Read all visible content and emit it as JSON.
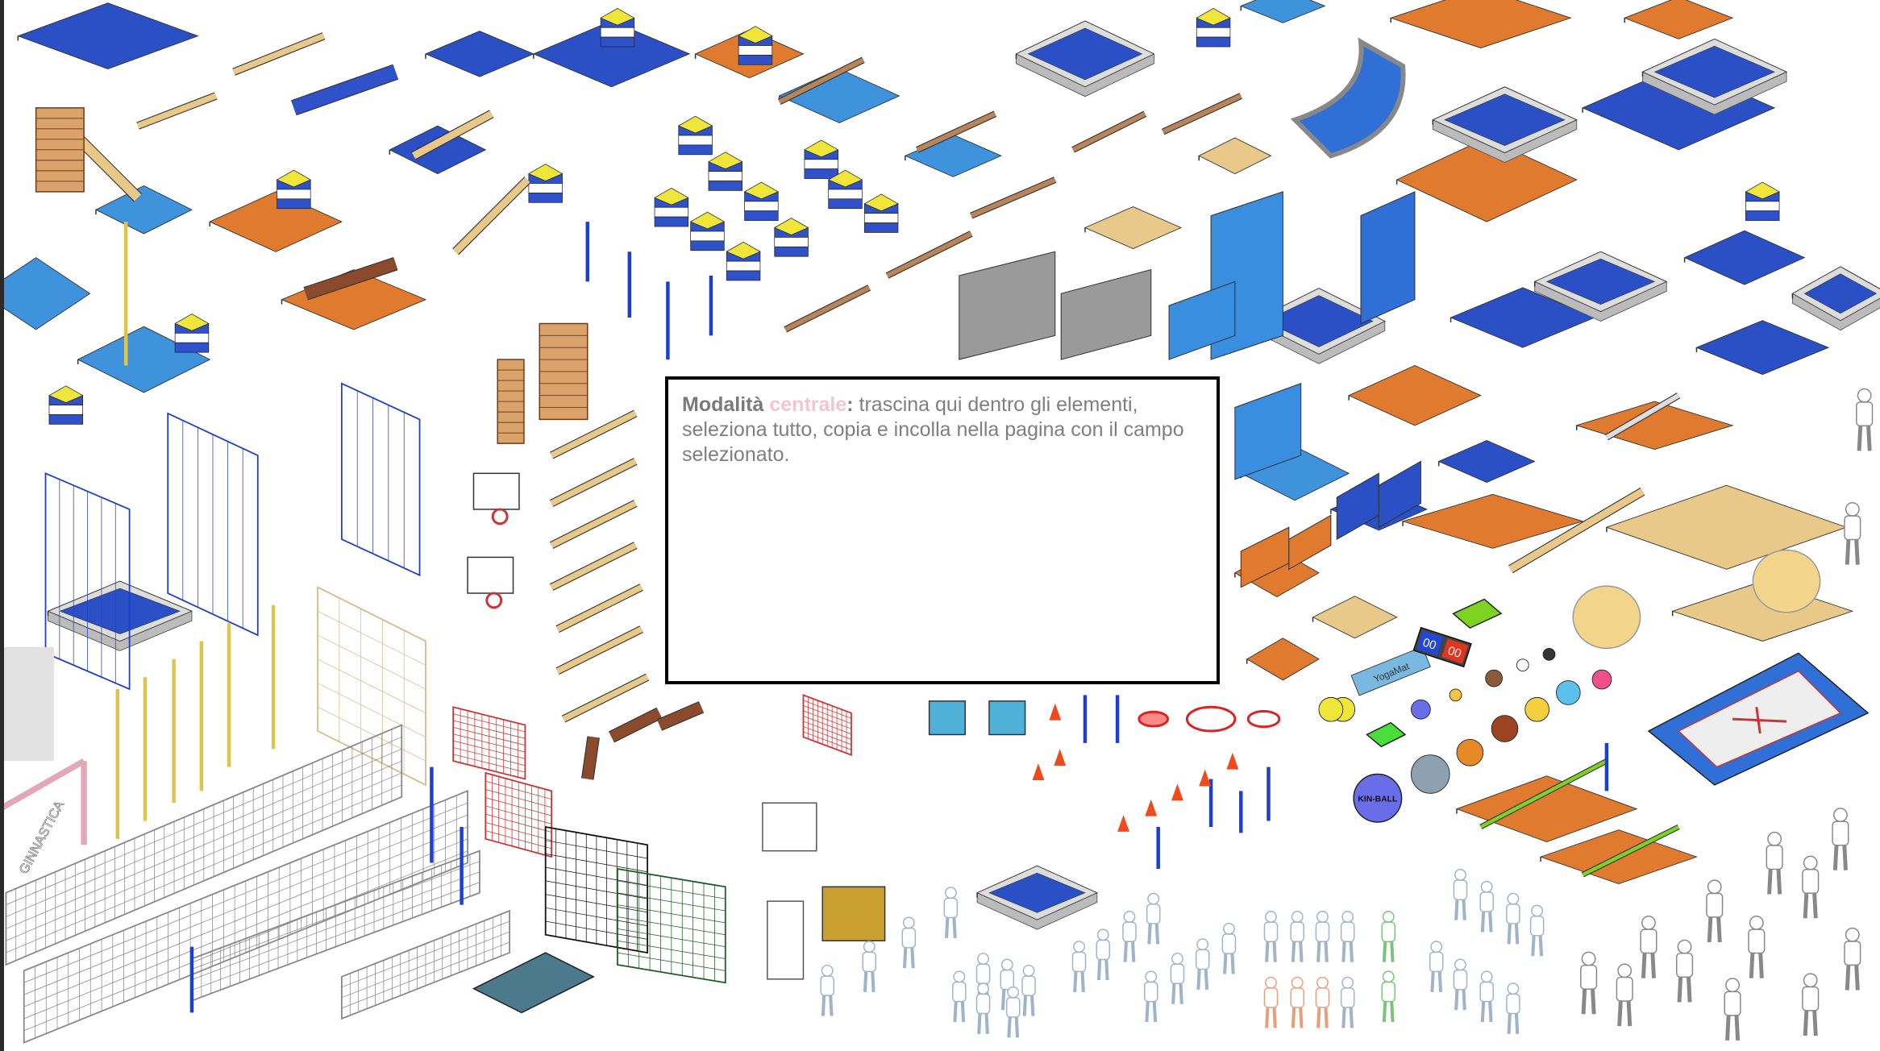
{
  "drop_zone": {
    "mode_label": "Modalità",
    "mode_value": "centrale",
    "separator": ":",
    "instruction": " trascina qui dentro gli elementi, seleziona tutto, copia e incolla nella pagina con il campo selezionato."
  },
  "labels": {
    "yoga_mat": "YogaMat",
    "kin_ball": "KIN-BALL",
    "scoreboard_home": "00",
    "scoreboard_away": "00",
    "gym_bar_text": "GINNASTICA"
  },
  "colors": {
    "accent": "#f2c4d4",
    "mat_blue": "#2b4fc4",
    "mat_light_blue": "#3f93dc",
    "mat_orange": "#e07a2e",
    "box_yellow": "#f0e63a",
    "wood": "#e8c98a",
    "figure": "#9fb4c8"
  }
}
